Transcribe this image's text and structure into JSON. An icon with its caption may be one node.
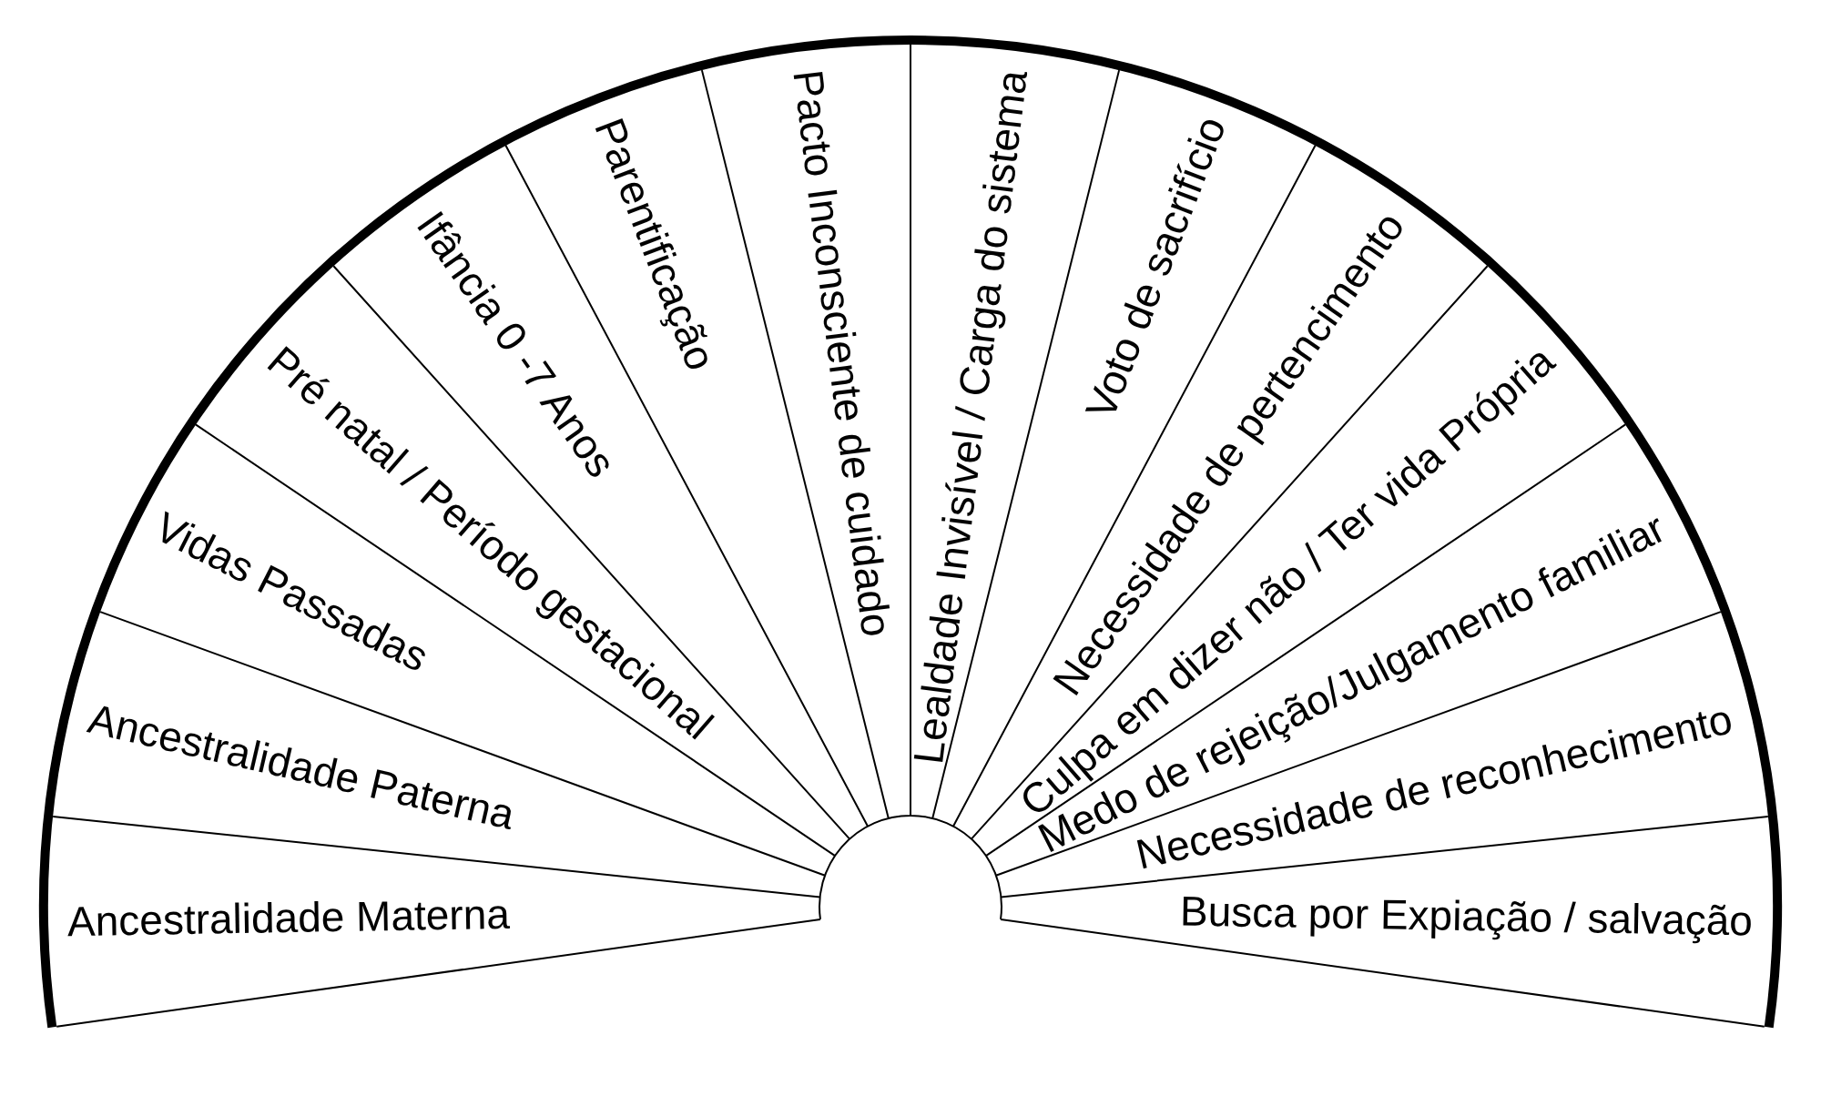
{
  "diagram": {
    "nodes": [
      {
        "text": [
          "Ancestralidade Materna"
        ]
      },
      {
        "text": [
          "Ancestralidade Paterna"
        ]
      },
      {
        "text": [
          "Vidas Passadas"
        ]
      },
      {
        "text": [
          "Pré natal / Período gestacional"
        ]
      },
      {
        "text": [
          "Ifância 0 -7 Anos"
        ]
      },
      {
        "text": [
          "Parentificação"
        ]
      },
      {
        "text": [
          "Pacto Inconsciente de cuidado"
        ]
      },
      {
        "text": [
          "Lealdade Invisível / Carga do sistema"
        ]
      },
      {
        "text": [
          "Voto de sacrifício"
        ]
      },
      {
        "text": [
          "Necessidade de pertencimento"
        ]
      },
      {
        "text": [
          "Culpa em dizer não / Ter vida Própria"
        ]
      },
      {
        "text": [
          "Medo de rejeição/Julgamento familiar"
        ]
      },
      {
        "text": [
          "Necessidade de reconhecimento"
        ]
      },
      {
        "text": [
          "Busca por Expiação / salvação"
        ]
      }
    ]
  }
}
